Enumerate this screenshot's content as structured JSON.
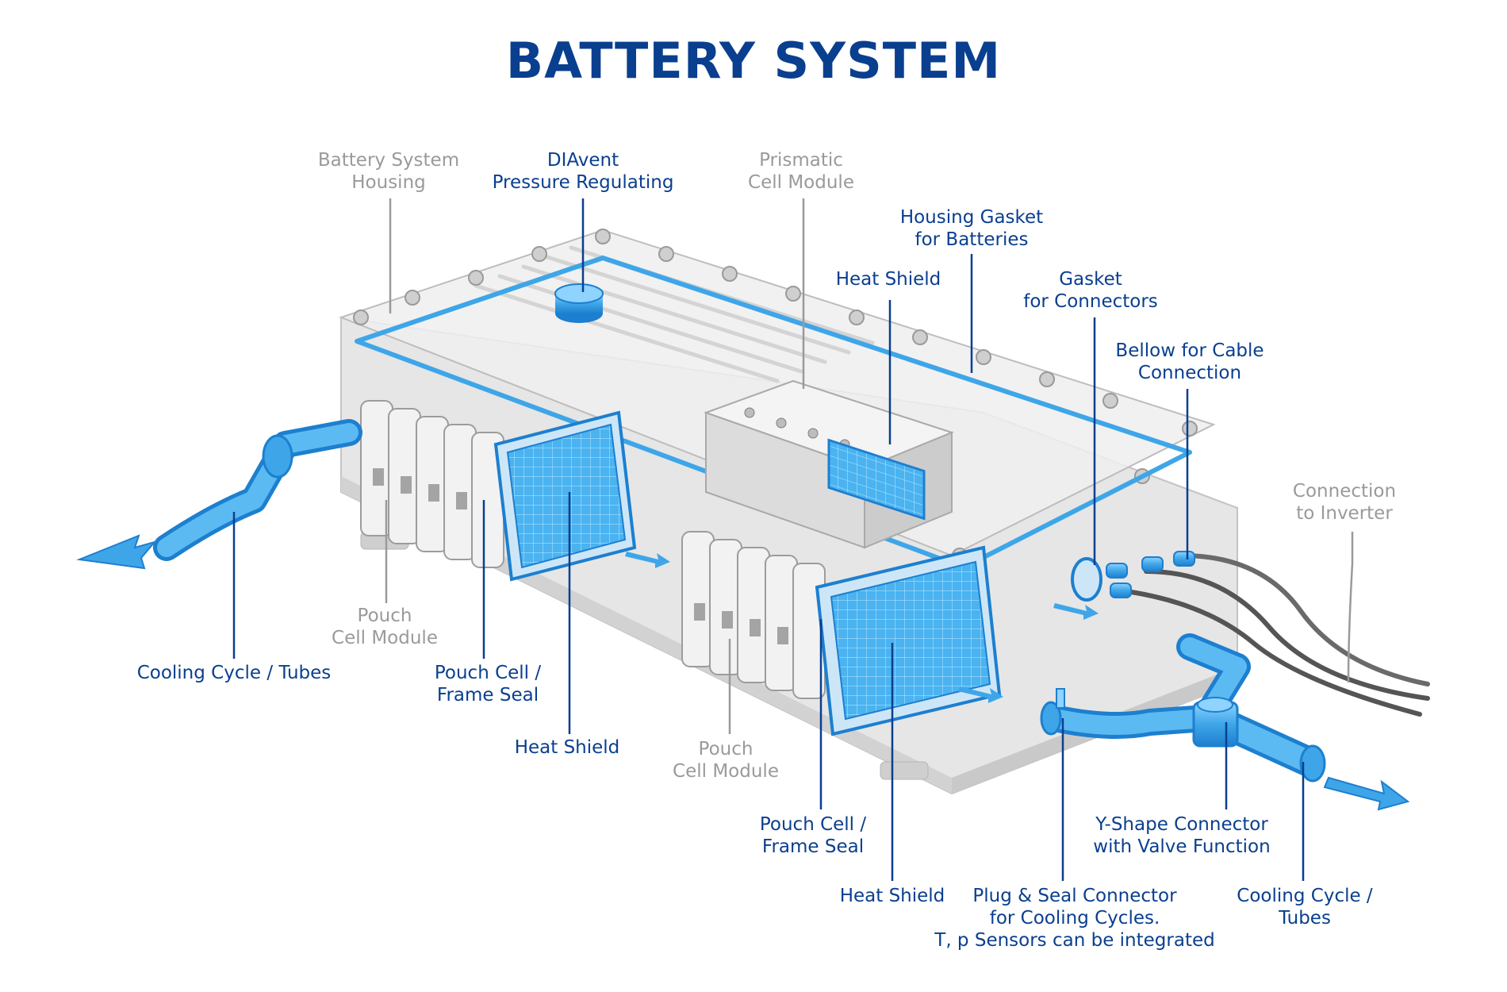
{
  "title": "BATTERY SYSTEM",
  "colors": {
    "title": "#0a3f8f",
    "label_primary": "#0a3f8f",
    "label_secondary": "#9a9a9a",
    "coolant": "#3ea6e8",
    "housing": "#d8d8d8"
  },
  "labels": {
    "housing": [
      "Battery System",
      "Housing"
    ],
    "diavent": [
      "DIAvent",
      "Pressure Regulating"
    ],
    "prismatic": [
      "Prismatic",
      "Cell Module"
    ],
    "housing_gasket": [
      "Housing Gasket",
      "for Batteries"
    ],
    "heat_shield_top": [
      "Heat Shield"
    ],
    "gasket_connectors": [
      "Gasket",
      "for Connectors"
    ],
    "bellow": [
      "Bellow for Cable",
      "Connection"
    ],
    "inverter": [
      "Connection",
      "to Inverter"
    ],
    "pouch_module_left": [
      "Pouch",
      "Cell Module"
    ],
    "cooling_left": [
      "Cooling Cycle / Tubes"
    ],
    "frame_seal_left": [
      "Pouch Cell /",
      "Frame Seal"
    ],
    "heat_shield_left": [
      "Heat Shield"
    ],
    "pouch_module_mid": [
      "Pouch",
      "Cell Module"
    ],
    "frame_seal_right": [
      "Pouch Cell /",
      "Frame Seal"
    ],
    "heat_shield_bottom": [
      "Heat Shield"
    ],
    "plug_seal": [
      "Plug & Seal Connector",
      "for Cooling Cycles.",
      "T, p Sensors can be integrated"
    ],
    "y_connector": [
      "Y-Shape Connector",
      "with Valve Function"
    ],
    "cooling_right": [
      "Cooling Cycle /",
      "Tubes"
    ]
  }
}
